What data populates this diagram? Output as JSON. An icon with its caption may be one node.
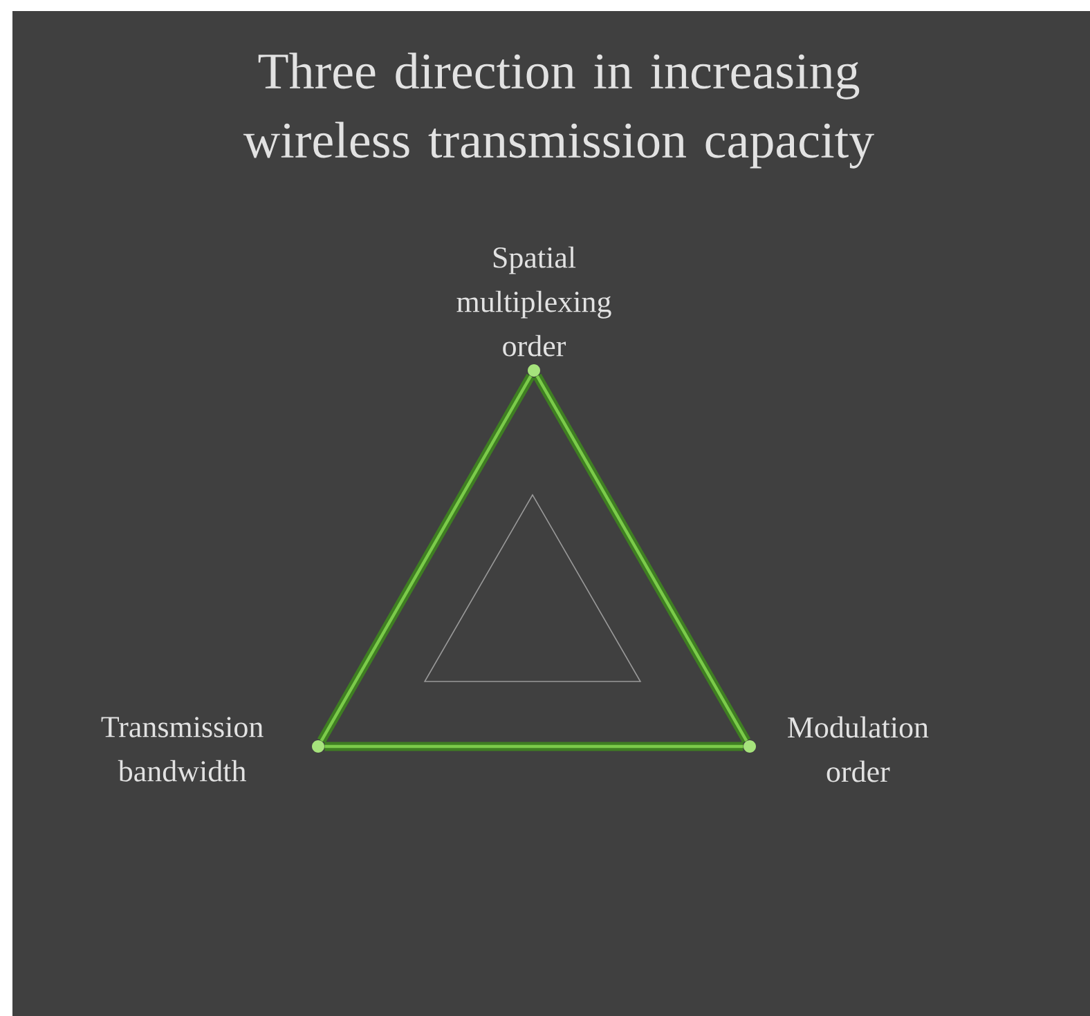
{
  "diagram": {
    "title": "Three direction in increasing wireless transmission capacity",
    "nodes": [
      {
        "text": [],
        "shape": "circle",
        "beside": [
          "Spatial multiplexing order"
        ]
      },
      {
        "text": [],
        "shape": "circle",
        "beside": [
          "Transmission bandwidth"
        ]
      },
      {
        "text": [],
        "shape": "circle",
        "beside": [
          "Modulation order"
        ]
      },
      {
        "text": [],
        "shape": "triangle"
      }
    ],
    "edges": [
      {
        "from": 0,
        "to": 1,
        "arrow": "none"
      },
      {
        "from": 1,
        "to": 2,
        "arrow": "none"
      },
      {
        "from": 2,
        "to": 0,
        "arrow": "none"
      }
    ]
  }
}
